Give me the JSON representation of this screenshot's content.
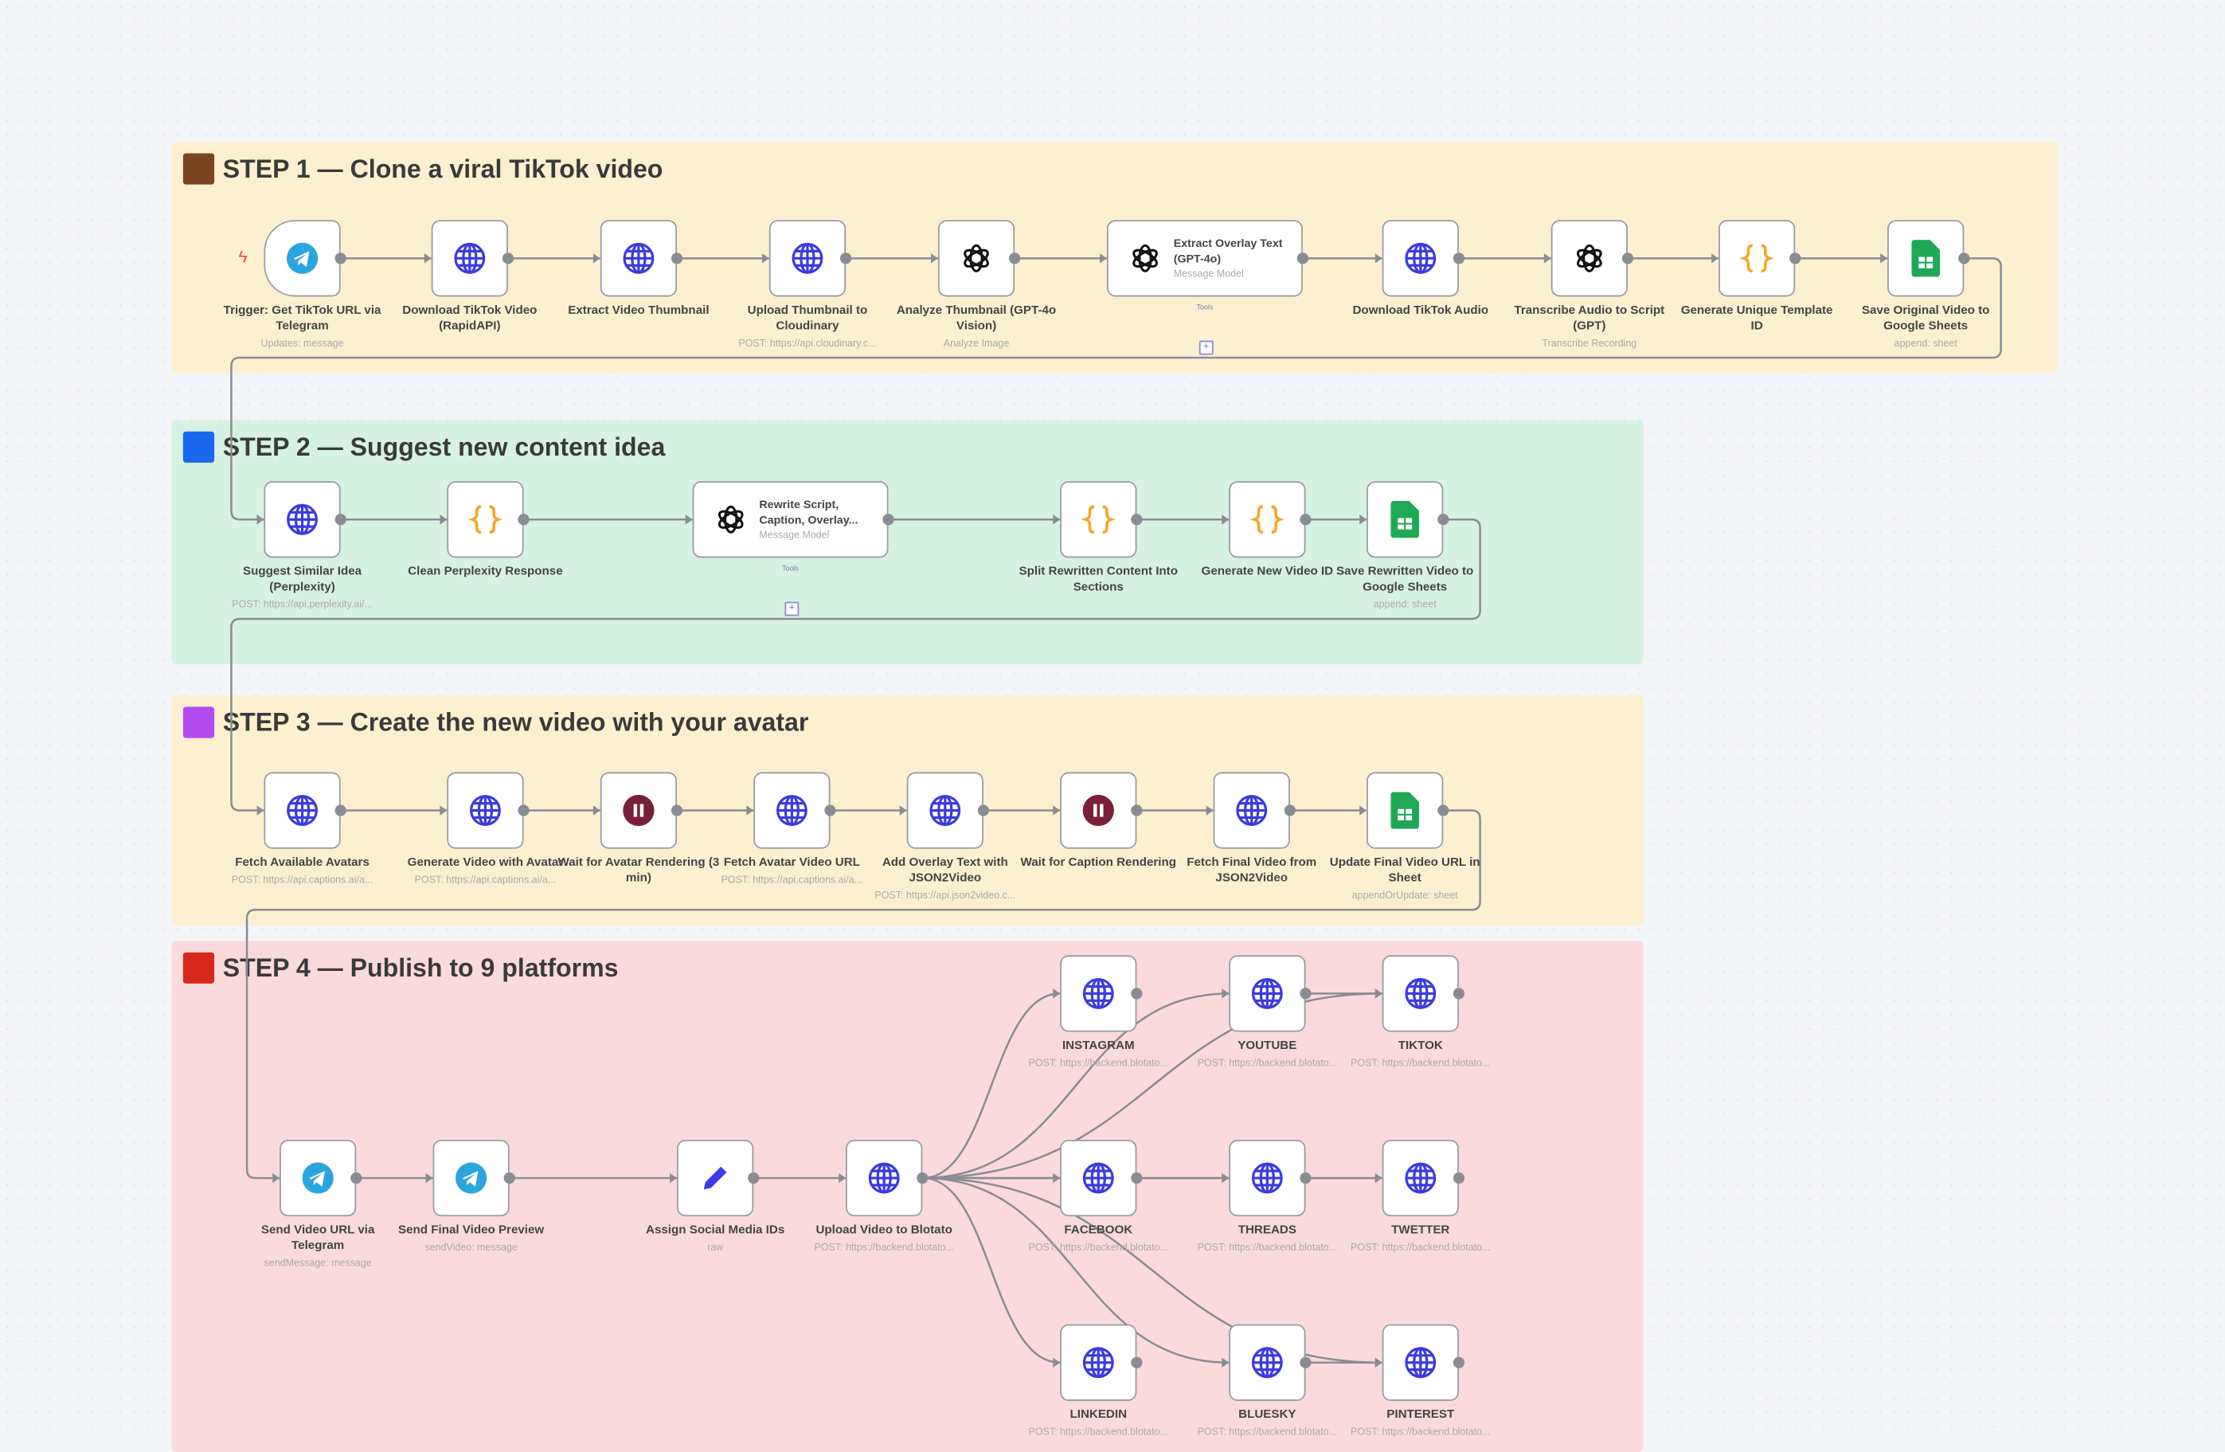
{
  "colors": {
    "step1": "#fdf0d1",
    "step2": "#d5f2e2",
    "step3": "#fdf0d1",
    "step4": "#fadadd",
    "edge": "#8a8c93",
    "globe": "#3b3be0",
    "code": "#f5a623",
    "sheets": "#1fa855",
    "wait": "#7a1f3a",
    "telegram": "#2aa5de"
  },
  "groups": [
    {
      "id": "step1",
      "title": "STEP 1 — Clone a viral TikTok video",
      "swatch": "#7a4420"
    },
    {
      "id": "step2",
      "title": "STEP 2 — Suggest new content idea",
      "swatch": "#1a66ee"
    },
    {
      "id": "step3",
      "title": "STEP 3 — Create the new video with your avatar",
      "swatch": "#b54af0"
    },
    {
      "id": "step4",
      "title": "STEP 4 — Publish to 9 platforms",
      "swatch": "#d8281e"
    }
  ],
  "tools_label": "Tools",
  "nodes": [
    {
      "id": "n1",
      "icon": "telegram",
      "label": "Trigger: Get TikTok URL via Telegram",
      "sub": "Updates: message",
      "trigger": true
    },
    {
      "id": "n2",
      "icon": "globe",
      "label": "Download TikTok Video (RapidAPI)",
      "sub": ""
    },
    {
      "id": "n3",
      "icon": "globe",
      "label": "Extract Video Thumbnail",
      "sub": ""
    },
    {
      "id": "n4",
      "icon": "globe",
      "label": "Upload Thumbnail to Cloudinary",
      "sub": "POST: https://api.cloudinary.c..."
    },
    {
      "id": "n5",
      "icon": "openai",
      "label": "Analyze Thumbnail (GPT-4o Vision)",
      "sub": "Analyze Image"
    },
    {
      "id": "n6",
      "icon": "openai",
      "label": "Extract Overlay Text (GPT-4o)",
      "sub": "Message Model",
      "wide": true
    },
    {
      "id": "n7",
      "icon": "globe",
      "label": "Download TikTok Audio",
      "sub": ""
    },
    {
      "id": "n8",
      "icon": "openai",
      "label": "Transcribe Audio to Script (GPT)",
      "sub": "Transcribe Recording"
    },
    {
      "id": "n9",
      "icon": "code",
      "label": "Generate Unique Template ID",
      "sub": ""
    },
    {
      "id": "n10",
      "icon": "sheets",
      "label": "Save Original Video to Google Sheets",
      "sub": "append: sheet"
    },
    {
      "id": "m1",
      "icon": "globe",
      "label": "Suggest Similar Idea (Perplexity)",
      "sub": "POST: https://api.perplexity.ai/..."
    },
    {
      "id": "m2",
      "icon": "code",
      "label": "Clean Perplexity Response",
      "sub": ""
    },
    {
      "id": "m3",
      "icon": "openai",
      "label": "Rewrite Script, Caption, Overlay...",
      "sub": "Message Model",
      "wide": true
    },
    {
      "id": "m4",
      "icon": "code",
      "label": "Split Rewritten Content Into Sections",
      "sub": ""
    },
    {
      "id": "m5",
      "icon": "code",
      "label": "Generate New Video ID",
      "sub": ""
    },
    {
      "id": "m6",
      "icon": "sheets",
      "label": "Save Rewritten Video to Google Sheets",
      "sub": "append: sheet"
    },
    {
      "id": "p1",
      "icon": "globe",
      "label": "Fetch Available Avatars",
      "sub": "POST: https://api.captions.ai/a..."
    },
    {
      "id": "p2",
      "icon": "globe",
      "label": "Generate Video with Avatar",
      "sub": "POST: https://api.captions.ai/a..."
    },
    {
      "id": "p3",
      "icon": "wait",
      "label": "Wait for Avatar Rendering (3 min)",
      "sub": ""
    },
    {
      "id": "p4",
      "icon": "globe",
      "label": "Fetch Avatar Video URL",
      "sub": "POST: https://api.captions.ai/a..."
    },
    {
      "id": "p5",
      "icon": "globe",
      "label": "Add Overlay Text with JSON2Video",
      "sub": "POST: https://api.json2video.c..."
    },
    {
      "id": "p6",
      "icon": "wait",
      "label": "Wait for Caption Rendering",
      "sub": ""
    },
    {
      "id": "p7",
      "icon": "globe",
      "label": "Fetch Final Video from JSON2Video",
      "sub": ""
    },
    {
      "id": "p8",
      "icon": "sheets",
      "label": "Update Final Video URL in Sheet",
      "sub": "appendOrUpdate: sheet"
    },
    {
      "id": "q1",
      "icon": "telegram",
      "label": "Send Video URL via Telegram",
      "sub": "sendMessage: message"
    },
    {
      "id": "q2",
      "icon": "telegram",
      "label": "Send Final Video Preview",
      "sub": "sendVideo: message"
    },
    {
      "id": "q3",
      "icon": "edit",
      "label": "Assign Social Media IDs",
      "sub": "raw"
    },
    {
      "id": "q4",
      "icon": "globe",
      "label": "Upload Video to Blotato",
      "sub": "POST: https://backend.blotato..."
    },
    {
      "id": "s1",
      "icon": "globe",
      "label": "INSTAGRAM",
      "sub": "POST: https://backend.blotato..."
    },
    {
      "id": "s2",
      "icon": "globe",
      "label": "YOUTUBE",
      "sub": "POST: https://backend.blotato..."
    },
    {
      "id": "s3",
      "icon": "globe",
      "label": "TIKTOK",
      "sub": "POST: https://backend.blotato..."
    },
    {
      "id": "s4",
      "icon": "globe",
      "label": "FACEBOOK",
      "sub": "POST: https://backend.blotato..."
    },
    {
      "id": "s5",
      "icon": "globe",
      "label": "THREADS",
      "sub": "POST: https://backend.blotato..."
    },
    {
      "id": "s6",
      "icon": "globe",
      "label": "TWETTER",
      "sub": "POST: https://backend.blotato..."
    },
    {
      "id": "s7",
      "icon": "globe",
      "label": "LINKEDIN",
      "sub": "POST: https://backend.blotato..."
    },
    {
      "id": "s8",
      "icon": "globe",
      "label": "BLUESKY",
      "sub": "POST: https://backend.blotato..."
    },
    {
      "id": "s9",
      "icon": "globe",
      "label": "PINTEREST",
      "sub": "POST: https://backend.blotato..."
    }
  ],
  "connections": [
    [
      "n1",
      "n2"
    ],
    [
      "n2",
      "n3"
    ],
    [
      "n3",
      "n4"
    ],
    [
      "n4",
      "n5"
    ],
    [
      "n5",
      "n6"
    ],
    [
      "n6",
      "n7"
    ],
    [
      "n7",
      "n8"
    ],
    [
      "n8",
      "n9"
    ],
    [
      "n9",
      "n10"
    ],
    [
      "n10",
      "m1"
    ],
    [
      "m1",
      "m2"
    ],
    [
      "m2",
      "m3"
    ],
    [
      "m3",
      "m4"
    ],
    [
      "m4",
      "m5"
    ],
    [
      "m5",
      "m6"
    ],
    [
      "m6",
      "p1"
    ],
    [
      "p1",
      "p2"
    ],
    [
      "p2",
      "p3"
    ],
    [
      "p3",
      "p4"
    ],
    [
      "p4",
      "p5"
    ],
    [
      "p5",
      "p6"
    ],
    [
      "p6",
      "p7"
    ],
    [
      "p7",
      "p8"
    ],
    [
      "p8",
      "q1"
    ],
    [
      "q1",
      "q2"
    ],
    [
      "q2",
      "q3"
    ],
    [
      "q3",
      "q4"
    ],
    [
      "q4",
      "s1"
    ],
    [
      "q4",
      "s2"
    ],
    [
      "q4",
      "s3"
    ],
    [
      "q4",
      "s4"
    ],
    [
      "q4",
      "s5"
    ],
    [
      "q4",
      "s6"
    ],
    [
      "q4",
      "s7"
    ],
    [
      "q4",
      "s8"
    ],
    [
      "q4",
      "s9"
    ],
    [
      "s2",
      "s3"
    ],
    [
      "s4",
      "s5"
    ],
    [
      "s5",
      "s6"
    ],
    [
      "s8",
      "s9"
    ]
  ]
}
